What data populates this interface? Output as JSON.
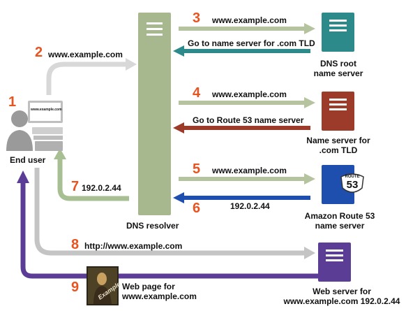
{
  "nodes": {
    "end_user": "End user",
    "screen_text": "www.example.com",
    "dns_resolver": "DNS resolver",
    "dns_root": "DNS root\nname server",
    "tld_server": "Name server for\n.com TLD",
    "route53": "Amazon Route 53\nname server",
    "route53_shield_top": "ROUTE",
    "route53_shield_num": "53",
    "web_server": "Web server for\nwww.example.com 192.0.2.44",
    "web_page": "Web page for\nwww.example.com",
    "web_page_image_word": "Example"
  },
  "steps": [
    {
      "n": "1",
      "label": ""
    },
    {
      "n": "2",
      "label": "www.example.com"
    },
    {
      "n": "3",
      "label": "www.example.com"
    },
    {
      "n": "",
      "label": "Go to name server for .com TLD"
    },
    {
      "n": "4",
      "label": "www.example.com"
    },
    {
      "n": "",
      "label": "Go to Route 53 name server"
    },
    {
      "n": "5",
      "label": "www.example.com"
    },
    {
      "n": "6",
      "label": "192.0.2.44"
    },
    {
      "n": "7",
      "label": "192.0.2.44"
    },
    {
      "n": "8",
      "label": "http://www.example.com"
    },
    {
      "n": "9",
      "label": ""
    }
  ],
  "colors": {
    "step_number": "#e8531f",
    "resolver_green": "#a8b88e",
    "request_arrow": "#b5c49e",
    "root_teal": "#2c8a8a",
    "tld_red": "#9c3b2a",
    "route53_blue": "#1f4fae",
    "web_purple": "#5b3d96",
    "http_gray": "#c4c4c4"
  }
}
